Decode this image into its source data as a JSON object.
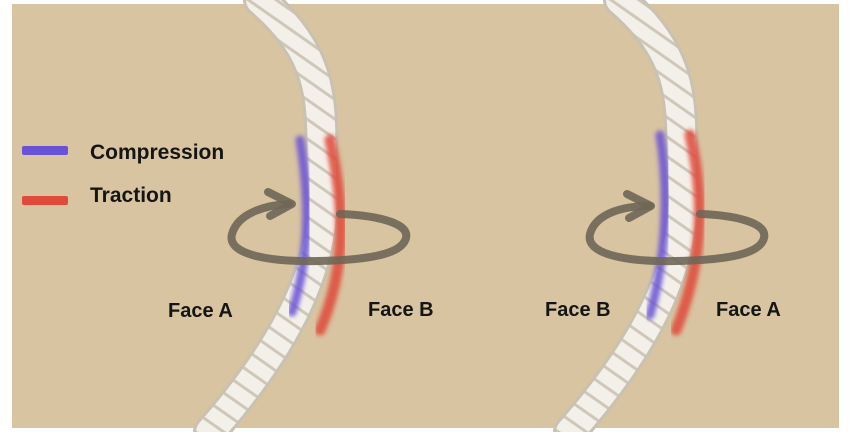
{
  "legend": {
    "items": [
      {
        "label": "Compression",
        "color": "#6a52d8"
      },
      {
        "label": "Traction",
        "color": "#e04a3a"
      }
    ]
  },
  "panels": [
    {
      "left_face_label": "Face A",
      "right_face_label": "Face B"
    },
    {
      "left_face_label": "Face B",
      "right_face_label": "Face A"
    }
  ],
  "colors": {
    "background": "#d8c4a0",
    "rope": "#f2efe8",
    "rotation_arrow": "#6f6656"
  },
  "icons": [
    "rope-icon",
    "rotation-arrow-icon"
  ]
}
